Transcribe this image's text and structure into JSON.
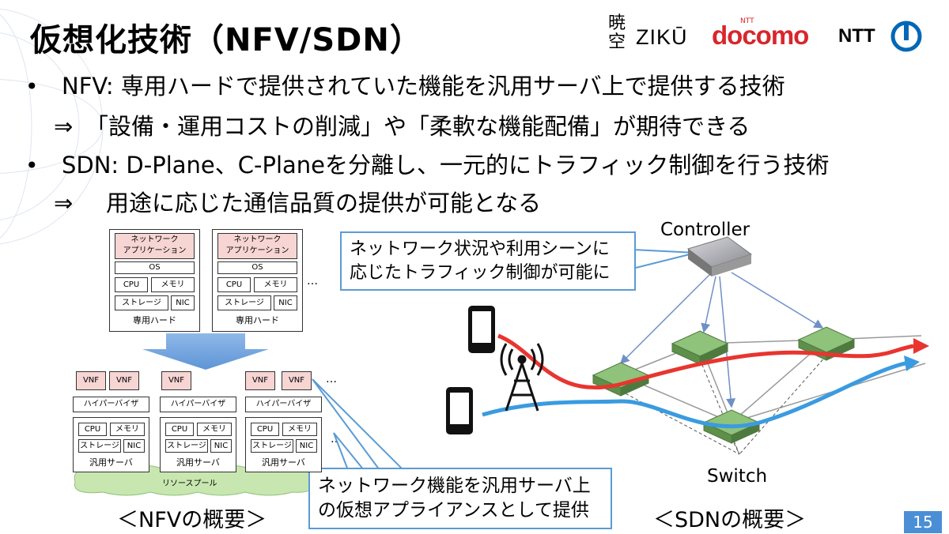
{
  "title": "仮想化技術（NFV/SDN）",
  "logos": {
    "kanji_top": "暁",
    "kanji_bottom": "空",
    "ziku": "ZIKŪ",
    "docomo_small": "NTT",
    "docomo": "docomo",
    "ntt": "NTT"
  },
  "bullets": [
    {
      "marker": "•",
      "text": "NFV: 専用ハードで提供されていた機能を汎用サーバ上で提供する技術"
    },
    {
      "marker": "⇒",
      "text": "「設備・運用コストの削減」や「柔軟な機能配備」が期待できる"
    },
    {
      "marker": "•",
      "text": "SDN: D-Plane、C-Planeを分離し、一元的にトラフィック制御を行う技術"
    },
    {
      "marker": "⇒",
      "text": "用途に応じた通信品質の提供が可能となる"
    }
  ],
  "nfv": {
    "hw_boxes": [
      {
        "app": [
          "ネットワーク",
          "アプリケーション"
        ],
        "os": "OS",
        "cpu": "CPU",
        "mem": "メモリ",
        "storage": "ストレージ",
        "nic": "NIC",
        "label": "専用ハード"
      },
      {
        "app": [
          "ネットワーク",
          "アプリケーション"
        ],
        "os": "OS",
        "cpu": "CPU",
        "mem": "メモリ",
        "storage": "ストレージ",
        "nic": "NIC",
        "label": "専用ハード"
      }
    ],
    "ellipsis": "…",
    "vnf": "VNF",
    "hypervisor": "ハイパーバイザ",
    "server_label": "汎用サーバ",
    "pool_label": "リソースプール",
    "caption": "＜NFVの概要＞",
    "callout": [
      "ネットワーク機能を汎用サーバ上",
      "の仮想アプライアンスとして提供"
    ]
  },
  "sdn": {
    "controller_label": "Controller",
    "switch_label": "Switch",
    "callout": [
      "ネットワーク状況や利用シーンに",
      "応じたトラフィック制御が可能に"
    ],
    "caption": "＜SDNの概要＞"
  },
  "page_number": "15",
  "colors": {
    "red_flow": "#e8352f",
    "blue_flow": "#3a9be0",
    "callout_border": "#5b9bd5",
    "switch_green": "#6da85a",
    "docomo_red": "#d8262c",
    "ntt_blue": "#0068b7",
    "page_badge": "#4a8fd6"
  }
}
